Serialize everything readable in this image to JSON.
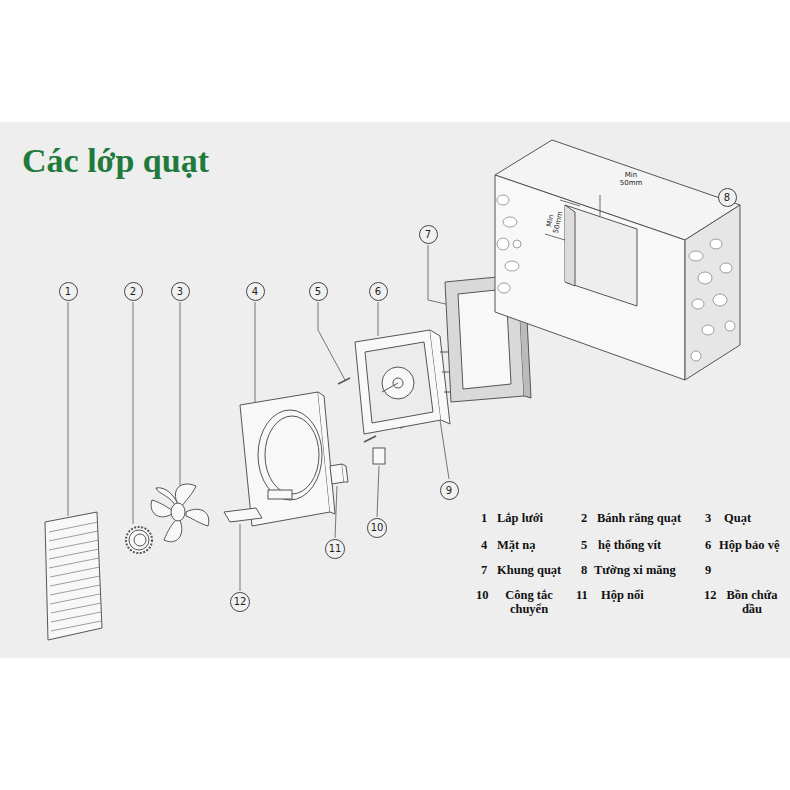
{
  "diagram": {
    "title": "Các lớp quạt",
    "nodes": [
      {
        "text": [
          "1"
        ]
      },
      {
        "text": [
          "2"
        ]
      },
      {
        "text": [
          "3"
        ]
      },
      {
        "text": [
          "4"
        ]
      },
      {
        "text": [
          "5"
        ]
      },
      {
        "text": [
          "6"
        ]
      },
      {
        "text": [
          "7"
        ]
      },
      {
        "text": [
          "8"
        ]
      },
      {
        "text": [
          "9"
        ]
      },
      {
        "text": [
          "10"
        ]
      },
      {
        "text": [
          "11"
        ]
      },
      {
        "text": [
          "12"
        ]
      }
    ],
    "labels": [
      "1",
      "Lắp lưới",
      "2",
      "Bánh răng quạt",
      "3",
      "Quạt",
      "4",
      "Mặt nạ",
      "5",
      "hệ thống vít",
      "6",
      "Hộp bảo vệ",
      "7",
      "Khung quạt",
      "8",
      "Tường xi măng",
      "9",
      "10",
      "Công tắc chuyển",
      "11",
      "Hộp nối",
      "12",
      "Bồn chứa dầu",
      "Min 50mm",
      "Min 50mm"
    ]
  }
}
